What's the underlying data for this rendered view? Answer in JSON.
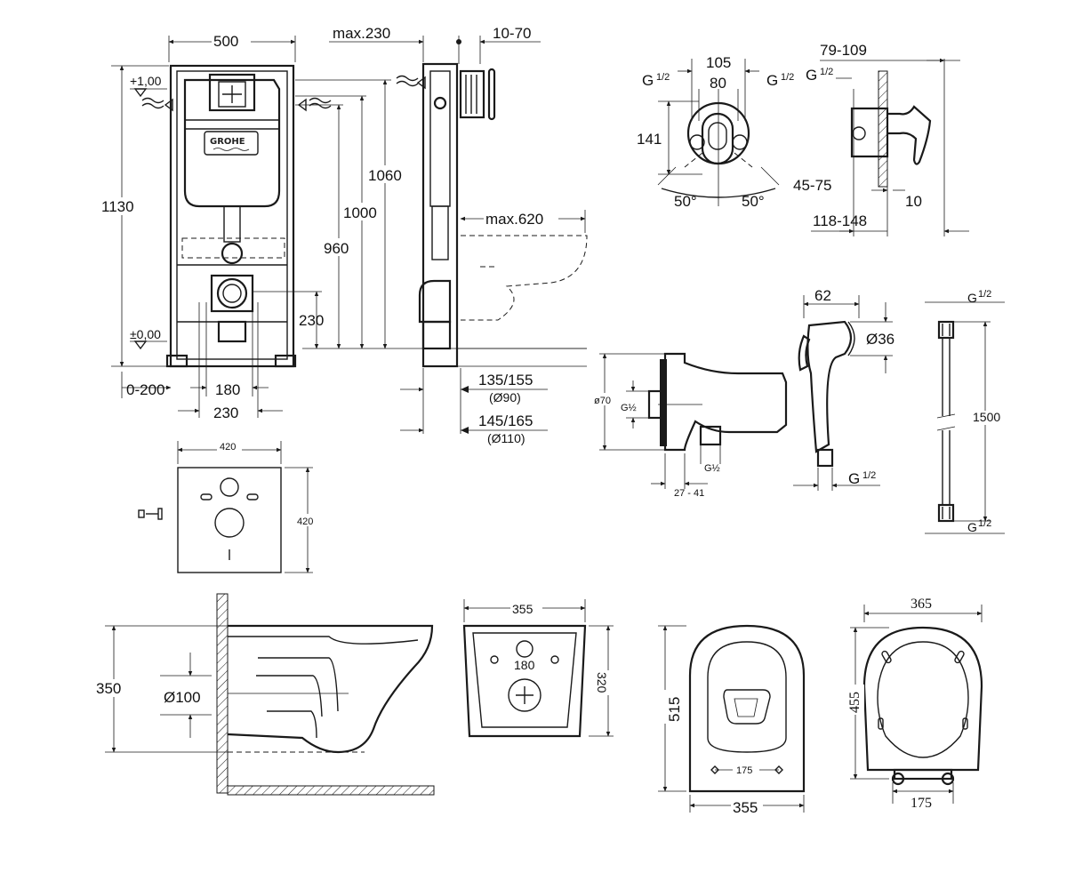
{
  "frame_front": {
    "logo": "GROHE",
    "width": "500",
    "height_total": "1130",
    "level_top": "+1,00",
    "level_zero": "±0,00",
    "h_1060": "1060",
    "h_1000": "1000",
    "h_960": "960",
    "h_230": "230",
    "w_0_200": "0-200",
    "w_180": "180",
    "w_230": "230"
  },
  "frame_side": {
    "max_230": "max.230",
    "w_10_70": "10-70",
    "max_620": "max.620",
    "pipe_a": "135/155",
    "pipe_a_dia": "(Ø90)",
    "pipe_b": "145/165",
    "pipe_b_dia": "(Ø110)"
  },
  "mixer_front": {
    "w_105": "105",
    "w_80": "80",
    "thread_l": "G",
    "thread_r": "G",
    "frac": "1/2",
    "h_141": "141",
    "angle_l": "50°",
    "angle_r": "50°",
    "w_45_75": "45-75"
  },
  "mixer_side": {
    "w_79_109": "79-109",
    "thread": "G",
    "frac": "1/2",
    "w_10": "10",
    "w_118_148": "118-148"
  },
  "elbow": {
    "dia_70": "ø70",
    "thread_side": "G½",
    "thread_bottom": "G½",
    "w_27_41": "27 - 41"
  },
  "hand_shower": {
    "w_62": "62",
    "dia_36": "Ø36",
    "thread": "G",
    "frac": "1/2"
  },
  "hose": {
    "thread_top": "G",
    "thread_bottom": "G",
    "frac": "1/2",
    "length": "1500"
  },
  "plate": {
    "width": "420",
    "height": "420"
  },
  "bowl_side": {
    "height": "350",
    "outlet": "Ø100"
  },
  "bowl_back": {
    "width": "355",
    "holes": "180",
    "height": "320"
  },
  "bowl_top": {
    "length": "515",
    "holes": "175",
    "width": "355"
  },
  "seat": {
    "width": "365",
    "length": "455",
    "holes": "175"
  }
}
